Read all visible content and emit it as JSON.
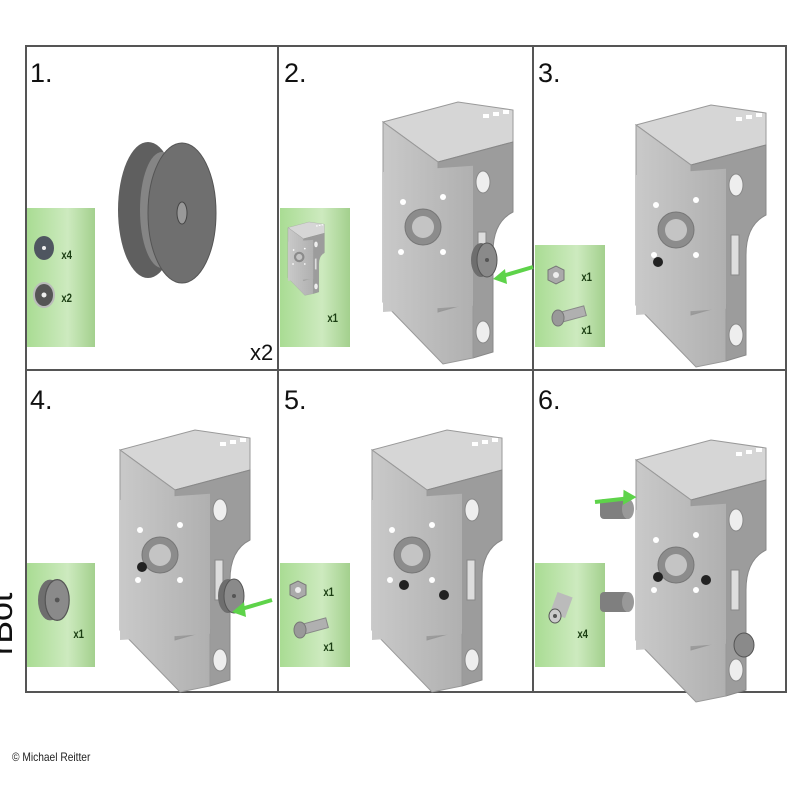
{
  "steps": [
    {
      "number": "1.",
      "parts": [
        {
          "name": "washer",
          "qty": "x4"
        },
        {
          "name": "bearing",
          "qty": "x2"
        }
      ],
      "multiplier": "x2"
    },
    {
      "number": "2.",
      "parts": [
        {
          "name": "bracket",
          "qty": "x1"
        }
      ]
    },
    {
      "number": "3.",
      "parts": [
        {
          "name": "nut",
          "qty": "x1"
        },
        {
          "name": "bolt",
          "qty": "x1"
        }
      ]
    },
    {
      "number": "4.",
      "parts": [
        {
          "name": "pulley",
          "qty": "x1"
        }
      ]
    },
    {
      "number": "5.",
      "parts": [
        {
          "name": "nut",
          "qty": "x1"
        },
        {
          "name": "bolt",
          "qty": "x1"
        }
      ]
    },
    {
      "number": "6.",
      "parts": [
        {
          "name": "spacer",
          "qty": "x4"
        }
      ]
    }
  ],
  "side_label": "rBot",
  "copyright": "© Michael Reitter",
  "colors": {
    "panel": "#b5e0a2",
    "arrow": "#5ed34a",
    "part": "#a7a7a7",
    "border": "#555555"
  }
}
